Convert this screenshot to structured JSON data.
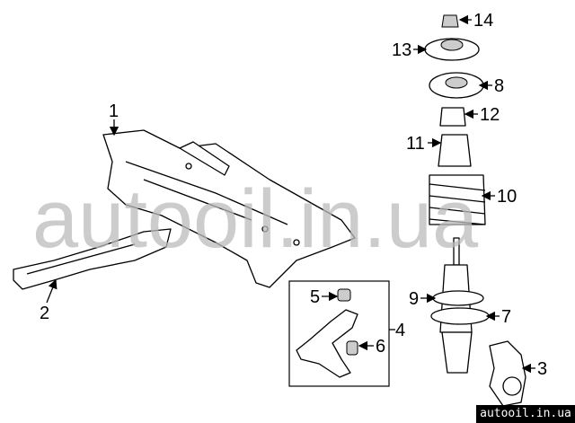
{
  "callouts": [
    "1",
    "2",
    "3",
    "4",
    "5",
    "6",
    "7",
    "8",
    "9",
    "10",
    "11",
    "12",
    "13",
    "14"
  ],
  "watermark": "autooil.in.ua",
  "badge": "autooil.in.ua"
}
